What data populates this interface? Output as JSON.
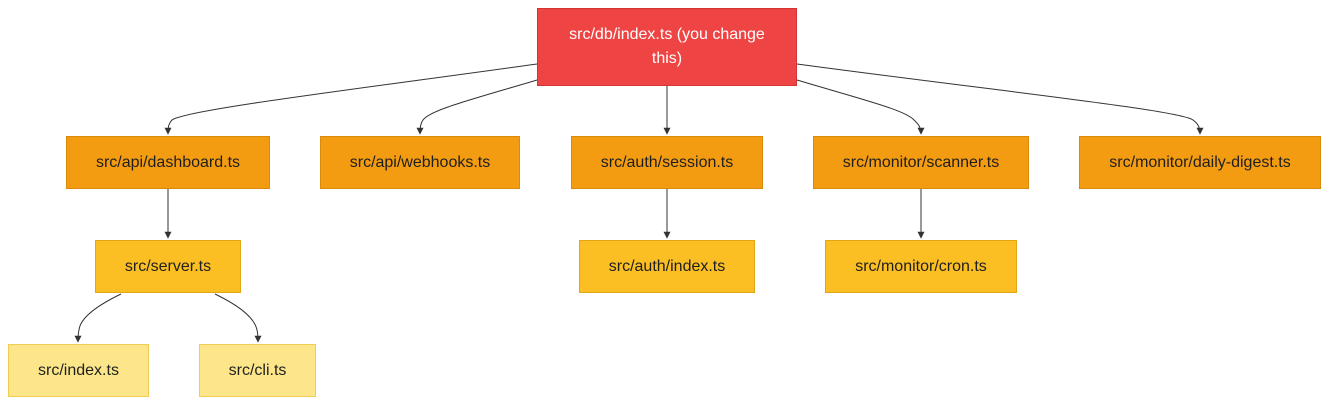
{
  "diagram": {
    "nodes": [
      {
        "id": "root",
        "label": "src/db/index.ts (you change this)",
        "level": 0
      },
      {
        "id": "dash",
        "label": "src/api/dashboard.ts",
        "level": 1
      },
      {
        "id": "webhooks",
        "label": "src/api/webhooks.ts",
        "level": 1
      },
      {
        "id": "session",
        "label": "src/auth/session.ts",
        "level": 1
      },
      {
        "id": "scanner",
        "label": "src/monitor/scanner.ts",
        "level": 1
      },
      {
        "id": "digest",
        "label": "src/monitor/daily-digest.ts",
        "level": 1
      },
      {
        "id": "server",
        "label": "src/server.ts",
        "level": 2
      },
      {
        "id": "authidx",
        "label": "src/auth/index.ts",
        "level": 2
      },
      {
        "id": "cron",
        "label": "src/monitor/cron.ts",
        "level": 2
      },
      {
        "id": "index",
        "label": "src/index.ts",
        "level": 3
      },
      {
        "id": "cli",
        "label": "src/cli.ts",
        "level": 3
      }
    ],
    "edges": [
      {
        "from": "root",
        "to": "dash"
      },
      {
        "from": "root",
        "to": "webhooks"
      },
      {
        "from": "root",
        "to": "session"
      },
      {
        "from": "root",
        "to": "scanner"
      },
      {
        "from": "root",
        "to": "digest"
      },
      {
        "from": "dash",
        "to": "server"
      },
      {
        "from": "session",
        "to": "authidx"
      },
      {
        "from": "scanner",
        "to": "cron"
      },
      {
        "from": "server",
        "to": "index"
      },
      {
        "from": "server",
        "to": "cli"
      }
    ],
    "colors": {
      "root": "#ef4444",
      "level1": "#f39c12",
      "level2": "#fbbf24",
      "level3": "#fde68a",
      "edge": "#333333"
    }
  }
}
